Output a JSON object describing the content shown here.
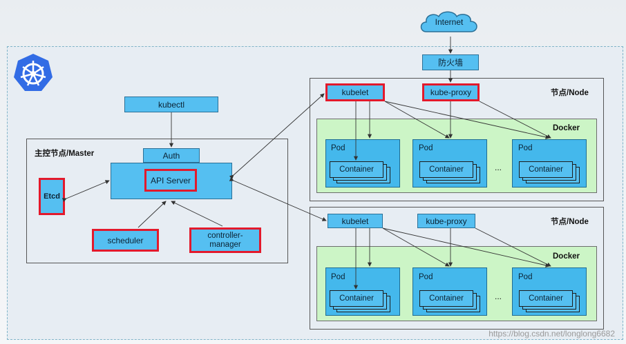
{
  "internet": "Internet",
  "firewall": "防火墙",
  "master": {
    "title": "主控节点/Master",
    "kubectl": "kubectl",
    "auth": "Auth",
    "api_server": "API Server",
    "etcd": "Etcd",
    "scheduler": "scheduler",
    "controller_manager": "controller-\nmanager"
  },
  "nodes": [
    {
      "title": "节点/Node",
      "kubelet": "kubelet",
      "kube_proxy": "kube-proxy",
      "docker": "Docker",
      "pods": [
        {
          "label": "Pod",
          "container": "Container"
        },
        {
          "label": "Pod",
          "container": "Container"
        },
        {
          "label": "Pod",
          "container": "Container"
        }
      ],
      "ellipsis": "..."
    },
    {
      "title": "节点/Node",
      "kubelet": "kubelet",
      "kube_proxy": "kube-proxy",
      "docker": "Docker",
      "pods": [
        {
          "label": "Pod",
          "container": "Container"
        },
        {
          "label": "Pod",
          "container": "Container"
        },
        {
          "label": "Pod",
          "container": "Container"
        }
      ],
      "ellipsis": "..."
    }
  ],
  "watermark": "https://blog.csdn.net/longlong6682",
  "colors": {
    "component": "#55bff1",
    "highlight": "#e3192b",
    "docker": "#ccf5c6",
    "logo": "#326ce5"
  }
}
